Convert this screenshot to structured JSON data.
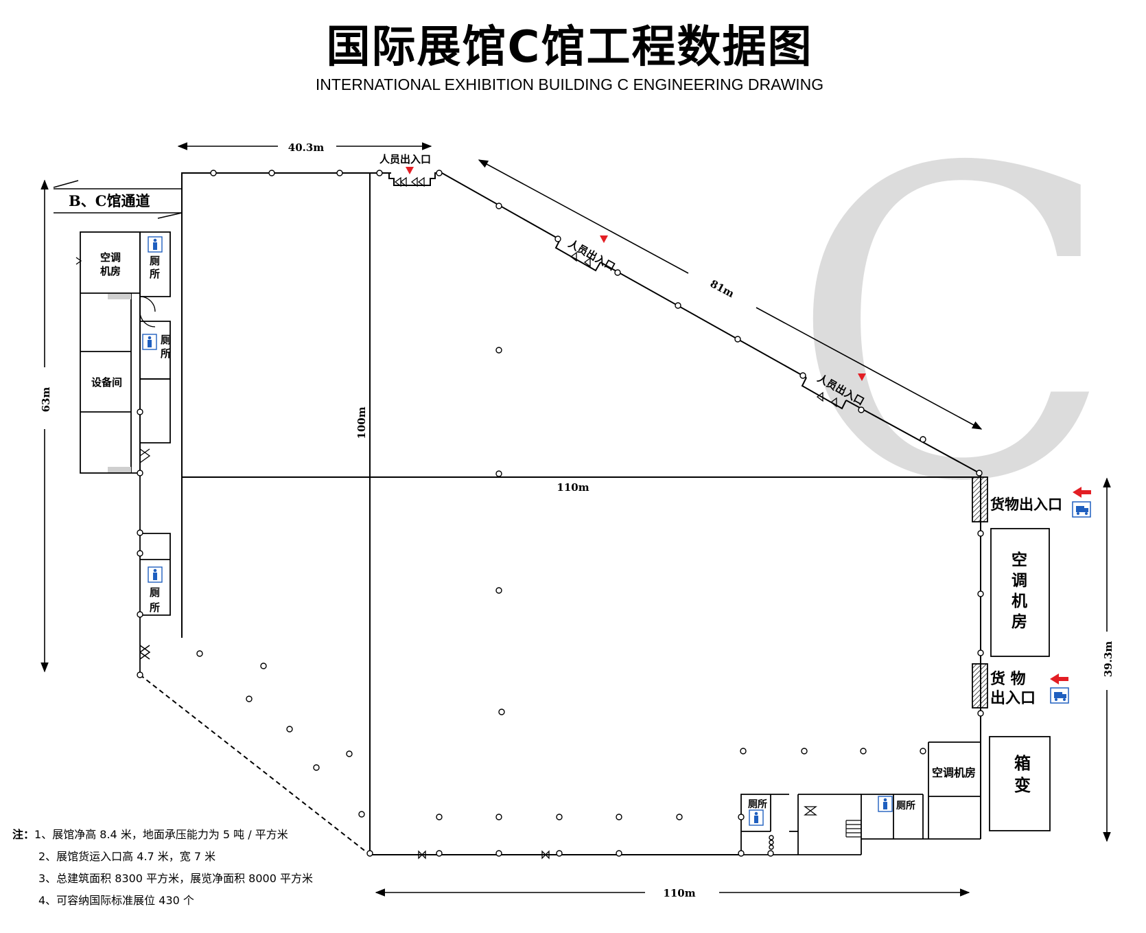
{
  "title": {
    "cn": "国际展馆C馆工程数据图",
    "en": "INTERNATIONAL EXHIBITION BUILDING C  ENGINEERING DRAWING"
  },
  "watermark": "C",
  "dimensions": {
    "top": "40.3m",
    "diagonal": "81m",
    "left": "63m",
    "inner_vertical": "100m",
    "middle": "110m",
    "bottom": "110m",
    "right": "39.3m"
  },
  "labels": {
    "bc_passage": "B、C馆通道",
    "entrance_top": "人员出入口",
    "entrance_diag1": "人员出入口",
    "entrance_diag2": "人员出入口",
    "cargo_entrance_1": "货物出入口",
    "cargo_entrance_2_line1": "货  物",
    "cargo_entrance_2_line2": "出入口"
  },
  "rooms": {
    "ac_left_line1": "空调",
    "ac_left_line2": "机房",
    "toilet_1_line1": "厕",
    "toilet_1_line2": "所",
    "toilet_2_line1": "厕",
    "toilet_2_line2": "所",
    "equipment": "设备间",
    "toilet_3_line1": "厕",
    "toilet_3_line2": "所",
    "ac_right": [
      "空",
      "调",
      "机",
      "房"
    ],
    "substation": [
      "箱",
      "变"
    ],
    "ac_bottom": "空调机房",
    "toilet_bottom_1": "厕所",
    "toilet_bottom_2": "厕所"
  },
  "notes": {
    "head": "注：",
    "items": [
      "1、展馆净高 8.4 米，地面承压能力为 5 吨 / 平方米",
      "2、展馆货运入口高 4.7 米，宽 7 米",
      "3、总建筑面积 8300 平方米，展览净面积 8000 平方米",
      "4、可容纳国际标准展位 430 个"
    ]
  },
  "colors": {
    "line": "#000000",
    "accent_red": "#e31e24",
    "sign_blue": "#1f5fbf",
    "watermark": "#d9d9d9"
  },
  "icons": [
    "toilet-sign-icon",
    "truck-icon",
    "red-arrow-icon",
    "entrance-marker-icon",
    "door-icon"
  ]
}
